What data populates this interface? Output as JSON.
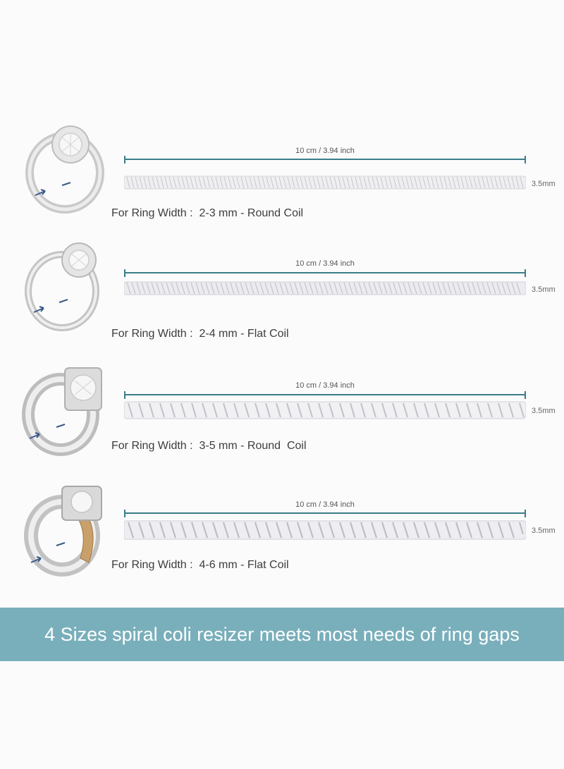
{
  "rows": [
    {
      "length_label": "10 cm  / 3.94 inch",
      "thickness_label": "3.5mm",
      "ring_width_label": "For Ring Width :  2-3 mm - Round Coil"
    },
    {
      "length_label": "10 cm  / 3.94 inch",
      "thickness_label": "3.5mm",
      "ring_width_label": "For Ring Width :  2-4 mm - Flat Coil"
    },
    {
      "length_label": "10 cm  / 3.94 inch",
      "thickness_label": "3.5mm",
      "ring_width_label": "For Ring Width :  3-5 mm - Round  Coil"
    },
    {
      "length_label": "10 cm  / 3.94 inch",
      "thickness_label": "3.5mm",
      "ring_width_label": "For Ring Width :  4-6 mm - Flat Coil"
    }
  ],
  "banner": {
    "text": "4 Sizes spiral coli resizer meets most needs of ring gaps"
  },
  "colors": {
    "accent": "#3a7d8a",
    "banner_bg": "#79afbb",
    "page_bg": "#fbfbfb"
  }
}
